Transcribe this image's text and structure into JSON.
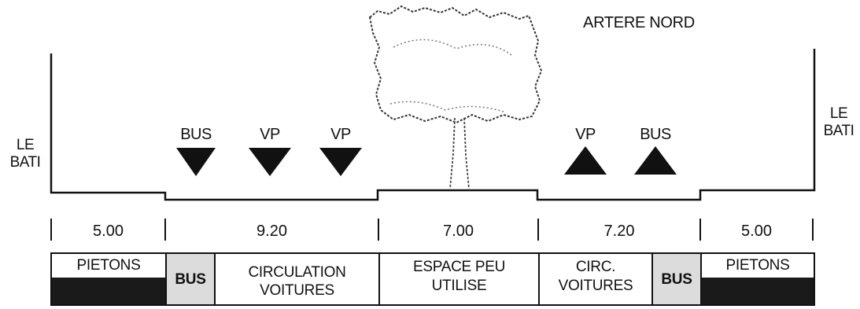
{
  "title": "ARTERE NORD",
  "left_label": [
    "LE",
    "BATI"
  ],
  "right_label": [
    "LE",
    "BATI"
  ],
  "lane_markers": [
    {
      "label": "BUS",
      "direction": "down"
    },
    {
      "label": "VP",
      "direction": "down"
    },
    {
      "label": "VP",
      "direction": "down"
    },
    {
      "label": "VP",
      "direction": "up"
    },
    {
      "label": "BUS",
      "direction": "up"
    }
  ],
  "widths": [
    "5.00",
    "9.20",
    "7.00",
    "7.20",
    "5.00"
  ],
  "zones": [
    {
      "line1": "PIETONS",
      "line2": ""
    },
    {
      "line1": "BUS",
      "line2": ""
    },
    {
      "line1": "CIRCULATION",
      "line2": "VOITURES"
    },
    {
      "line1": "ESPACE PEU",
      "line2": "UTILISE"
    },
    {
      "line1": "CIRC.",
      "line2": "VOITURES"
    },
    {
      "line1": "BUS",
      "line2": ""
    },
    {
      "line1": "PIETONS",
      "line2": ""
    }
  ],
  "colors": {
    "ink": "#111111",
    "bus_fill": "#dcdcdc",
    "pavement_fill": "#1a1a1a"
  }
}
